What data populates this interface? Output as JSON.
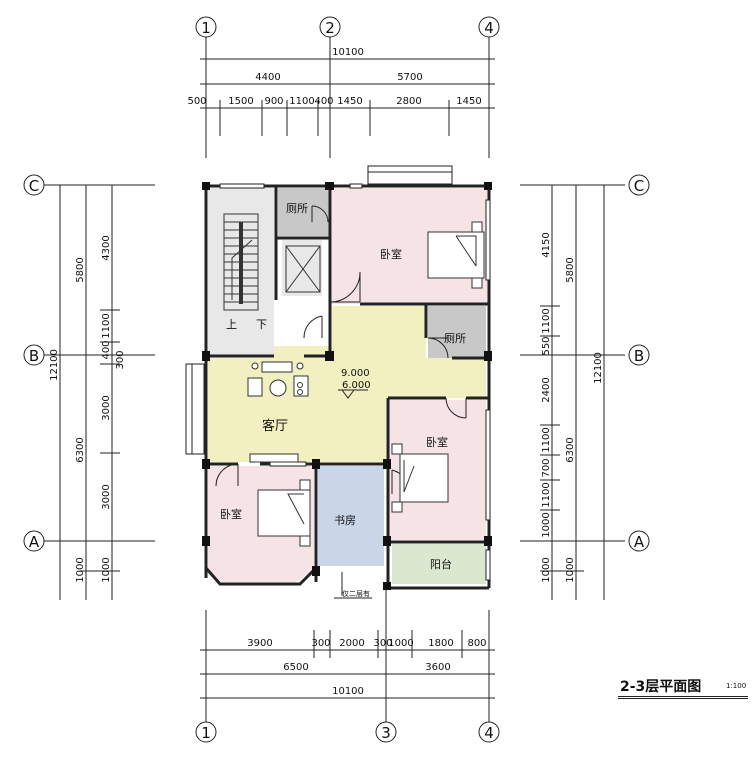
{
  "drawing": {
    "title": "2-3层平面图",
    "scale": "1:100"
  },
  "axes": {
    "top": [
      "1",
      "2",
      "4"
    ],
    "bottom": [
      "1",
      "3",
      "4"
    ],
    "left": [
      "C",
      "B",
      "A"
    ],
    "right": [
      "C",
      "B",
      "A"
    ]
  },
  "dimensions": {
    "top_total": "10100",
    "top_mid": [
      "4400",
      "5700"
    ],
    "top_detail": [
      "500",
      "1500",
      "900",
      "1100",
      "400",
      "1450",
      "2800",
      "1450"
    ],
    "bottom_detail": [
      "3900",
      "300",
      "2000",
      "300",
      "1000",
      "1800",
      "800"
    ],
    "bottom_mid": [
      "6500",
      "3600"
    ],
    "bottom_total": "10100",
    "left_outer": "12100",
    "left_mid": [
      "5800",
      "6300",
      "1000"
    ],
    "left_inner": [
      "4300",
      "1100",
      "400",
      "300",
      "3000",
      "3000",
      "1000"
    ],
    "right_outer": "12100",
    "right_mid": [
      "5800",
      "6300",
      "1000"
    ],
    "right_inner": [
      "4150",
      "1100",
      "550",
      "2400",
      "1100",
      "700",
      "1100",
      "1000",
      "1000"
    ]
  },
  "rooms": {
    "bedroom_ne": "卧室",
    "bedroom_e": "卧室",
    "bedroom_sw": "卧室",
    "bathroom_n": "厕所",
    "bathroom_e": "厕所",
    "living": "客厅",
    "study": "书房",
    "balcony": "阳台"
  },
  "stair": {
    "up": "上",
    "down": "下"
  },
  "levels": {
    "upper": "9.000",
    "lower": "6.000"
  },
  "note": "仅二层有",
  "colors": {
    "bedroom": "#f5e3e6",
    "living": "#f2efc0",
    "stair": "#e8e8e8",
    "bathroom": "#c8c8c8",
    "study": "#c9d6e8",
    "balcony": "#dbe8cf",
    "wall": "#222222"
  }
}
